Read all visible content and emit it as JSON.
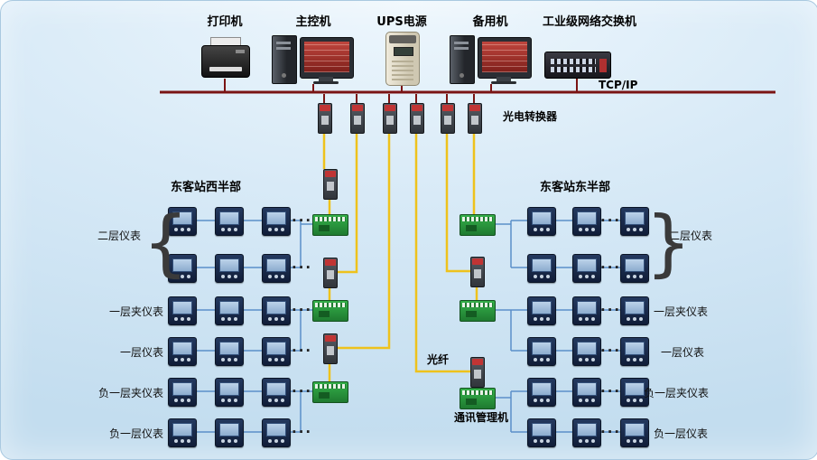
{
  "top_devices": [
    {
      "label": "打印机"
    },
    {
      "label": "主控机"
    },
    {
      "label": "UPS电源"
    },
    {
      "label": "备用机"
    },
    {
      "label": "工业级网络交换机"
    }
  ],
  "labels": {
    "tcp_ip": "TCP/IP",
    "optical_converter": "光电转换器",
    "fiber": "光纤",
    "comm_manager": "通讯管理机",
    "west_title": "东客站西半部",
    "east_title": "东客站东半部",
    "dots": "···",
    "brace_left": "{",
    "brace_right": "}"
  },
  "west_rows": [
    "二层仪表",
    "一层夹仪表",
    "一层仪表",
    "负一层夹仪表",
    "负一层仪表"
  ],
  "east_rows": [
    "二层仪表",
    "一层夹仪表",
    "一层仪表",
    "负一层夹仪表",
    "负一层仪表"
  ],
  "colors": {
    "bus_line": "#7a1414",
    "fiber_line": "#eec21c",
    "rs485_line": "#5b8fc9"
  }
}
